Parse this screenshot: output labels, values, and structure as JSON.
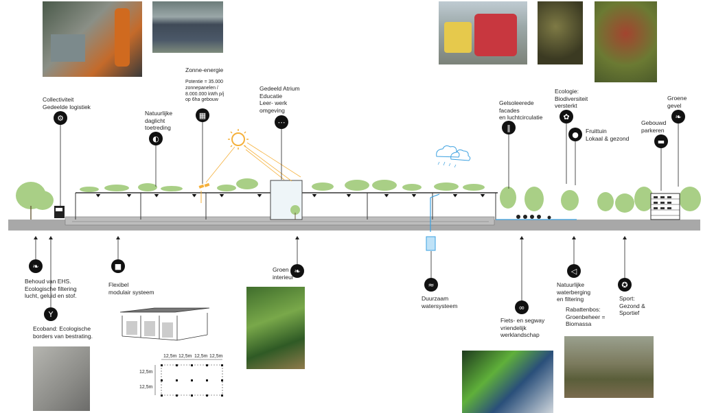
{
  "labels": {
    "zonne_title": "Zonne-energie",
    "zonne_body": "Potentie = 35.000\nzonnepanelen /\n8.000.000 kWh p/j\nop 6ha gebouw",
    "atrium": "Gedeeld Atrium\n        Educatie\nLeer- werk\nomgeving",
    "collectiviteit": "Collectiviteit\nGedeelde logistiek",
    "daglicht": "Natuurlijke\ndaglicht\ntoetreding",
    "gelsoleerde": "Gelsoleerede\nfacades\nen luchtcirculatie",
    "ecologie": "Ecologie:\nBiodiversiteit\nversterkt",
    "fruittuin": "Fruittuin\nLokaal & gezond",
    "gebouwd_parkeren": "Gebouwd\nparkeren",
    "groene_gevel": "Groene\ngevel",
    "ehs": "Behoud van EHS.\nEcologische filtering\nlucht, geluid en stof.",
    "ecoband": "Ecoband: Ecologische\nborders van bestrating.",
    "flexibel": "Flexibel\nmodulair systeem",
    "groen_interieur": "Groen\ninterieur",
    "duurzaam": "Duurzaam\nwatersysteem",
    "fiets": "Fiets- en segway\nvriendelijk\nwerklandschap",
    "waterberging": "Natuurlijke\nwaterberging\nen filtering",
    "rabattenbos": "Rabattenbos:\nGroenbeheer =\nBiomassa",
    "sport": "Sport:\nGezond &\nSportief"
  },
  "grid_dims": {
    "top": [
      "12,5m",
      "12,5m",
      "12,5m",
      "12,5m"
    ],
    "left": [
      "12,5m",
      "12,5m"
    ]
  },
  "icons": {
    "collectiviteit": "robot-arm-icon",
    "zonne": "solar-panel-icon",
    "atrium": "share-icon",
    "daglicht": "daylight-icon",
    "gelsoleerde": "facade-insulation-icon",
    "ecologie": "bee-icon",
    "fruittuin": "apple-icon",
    "parkeren": "car-icon",
    "gevel": "leaf-icon",
    "ehs": "leaf-icon",
    "ecoband": "plant-icon",
    "flexibel": "module-icon",
    "groen_interieur": "leaf-icon",
    "duurzaam": "water-wave-icon",
    "fiets": "bicycle-icon",
    "waterberging": "fish-icon",
    "sport": "ball-icon"
  },
  "colors": {
    "ground": "#a8a8a8",
    "tree": "#a9cf86",
    "water": "#3aa0e0",
    "sun": "#f5b03a"
  }
}
